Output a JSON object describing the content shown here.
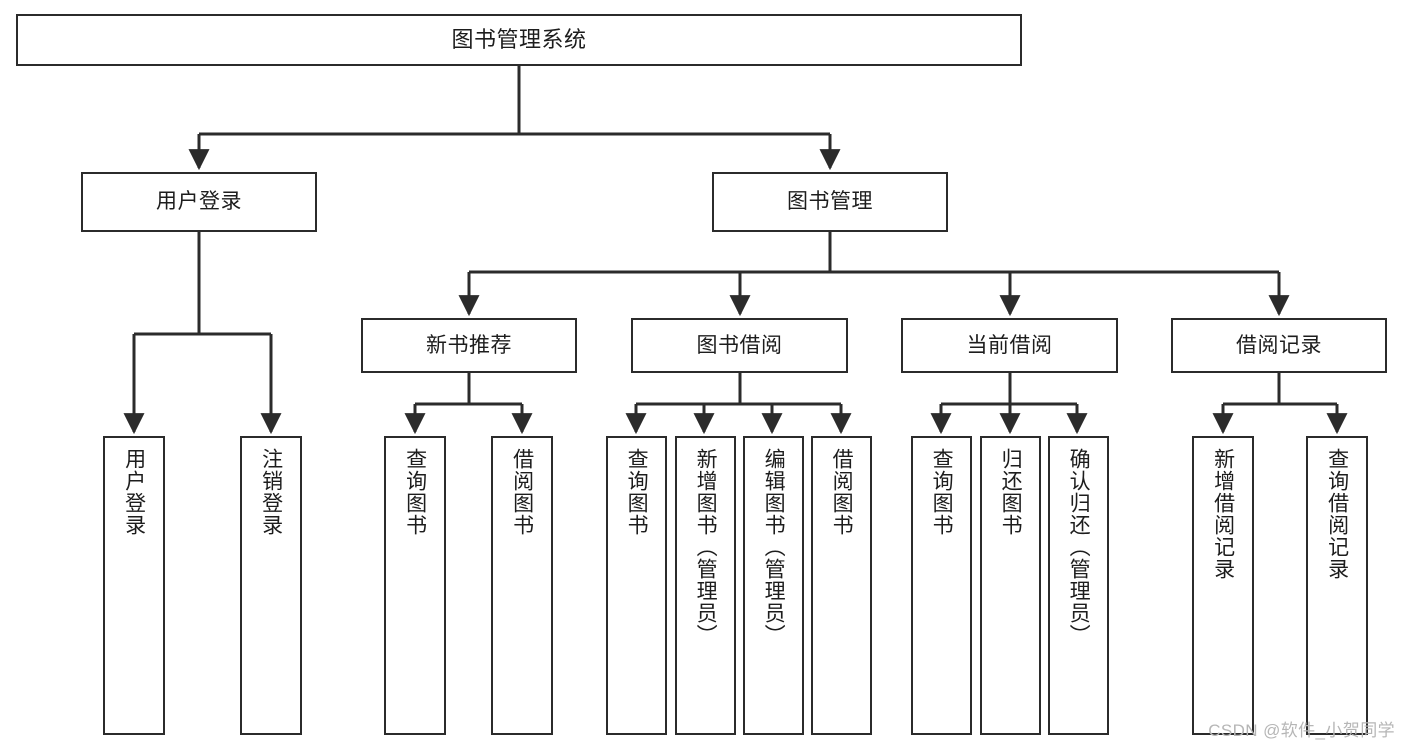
{
  "diagram": {
    "title": "图书管理系统",
    "type": "tree-hierarchy-chart",
    "watermark": "CSDN @软件_小贺同学",
    "colors": {
      "stroke": "#2b2b2b",
      "fill": "#ffffff",
      "text": "#1d1d1d",
      "watermark": "#b6b6b6"
    },
    "root": {
      "label": "图书管理系统"
    },
    "level2": [
      {
        "label": "用户登录"
      },
      {
        "label": "图书管理"
      }
    ],
    "level3": [
      {
        "label": "新书推荐"
      },
      {
        "label": "图书借阅"
      },
      {
        "label": "当前借阅"
      },
      {
        "label": "借阅记录"
      }
    ],
    "leaves": {
      "user_login": [
        {
          "label": "用户登录"
        },
        {
          "label": "注销登录"
        }
      ],
      "new_book_recommend": [
        {
          "label": "查询图书"
        },
        {
          "label": "借阅图书"
        }
      ],
      "book_borrow": [
        {
          "label": "查询图书"
        },
        {
          "label": "新增图书（管理员）"
        },
        {
          "label": "编辑图书（管理员）"
        },
        {
          "label": "借阅图书"
        }
      ],
      "current_borrow": [
        {
          "label": "查询图书"
        },
        {
          "label": "归还图书"
        },
        {
          "label": "确认归还（管理员）"
        }
      ],
      "borrow_record": [
        {
          "label": "新增借阅记录"
        },
        {
          "label": "查询借阅记录"
        }
      ]
    }
  }
}
